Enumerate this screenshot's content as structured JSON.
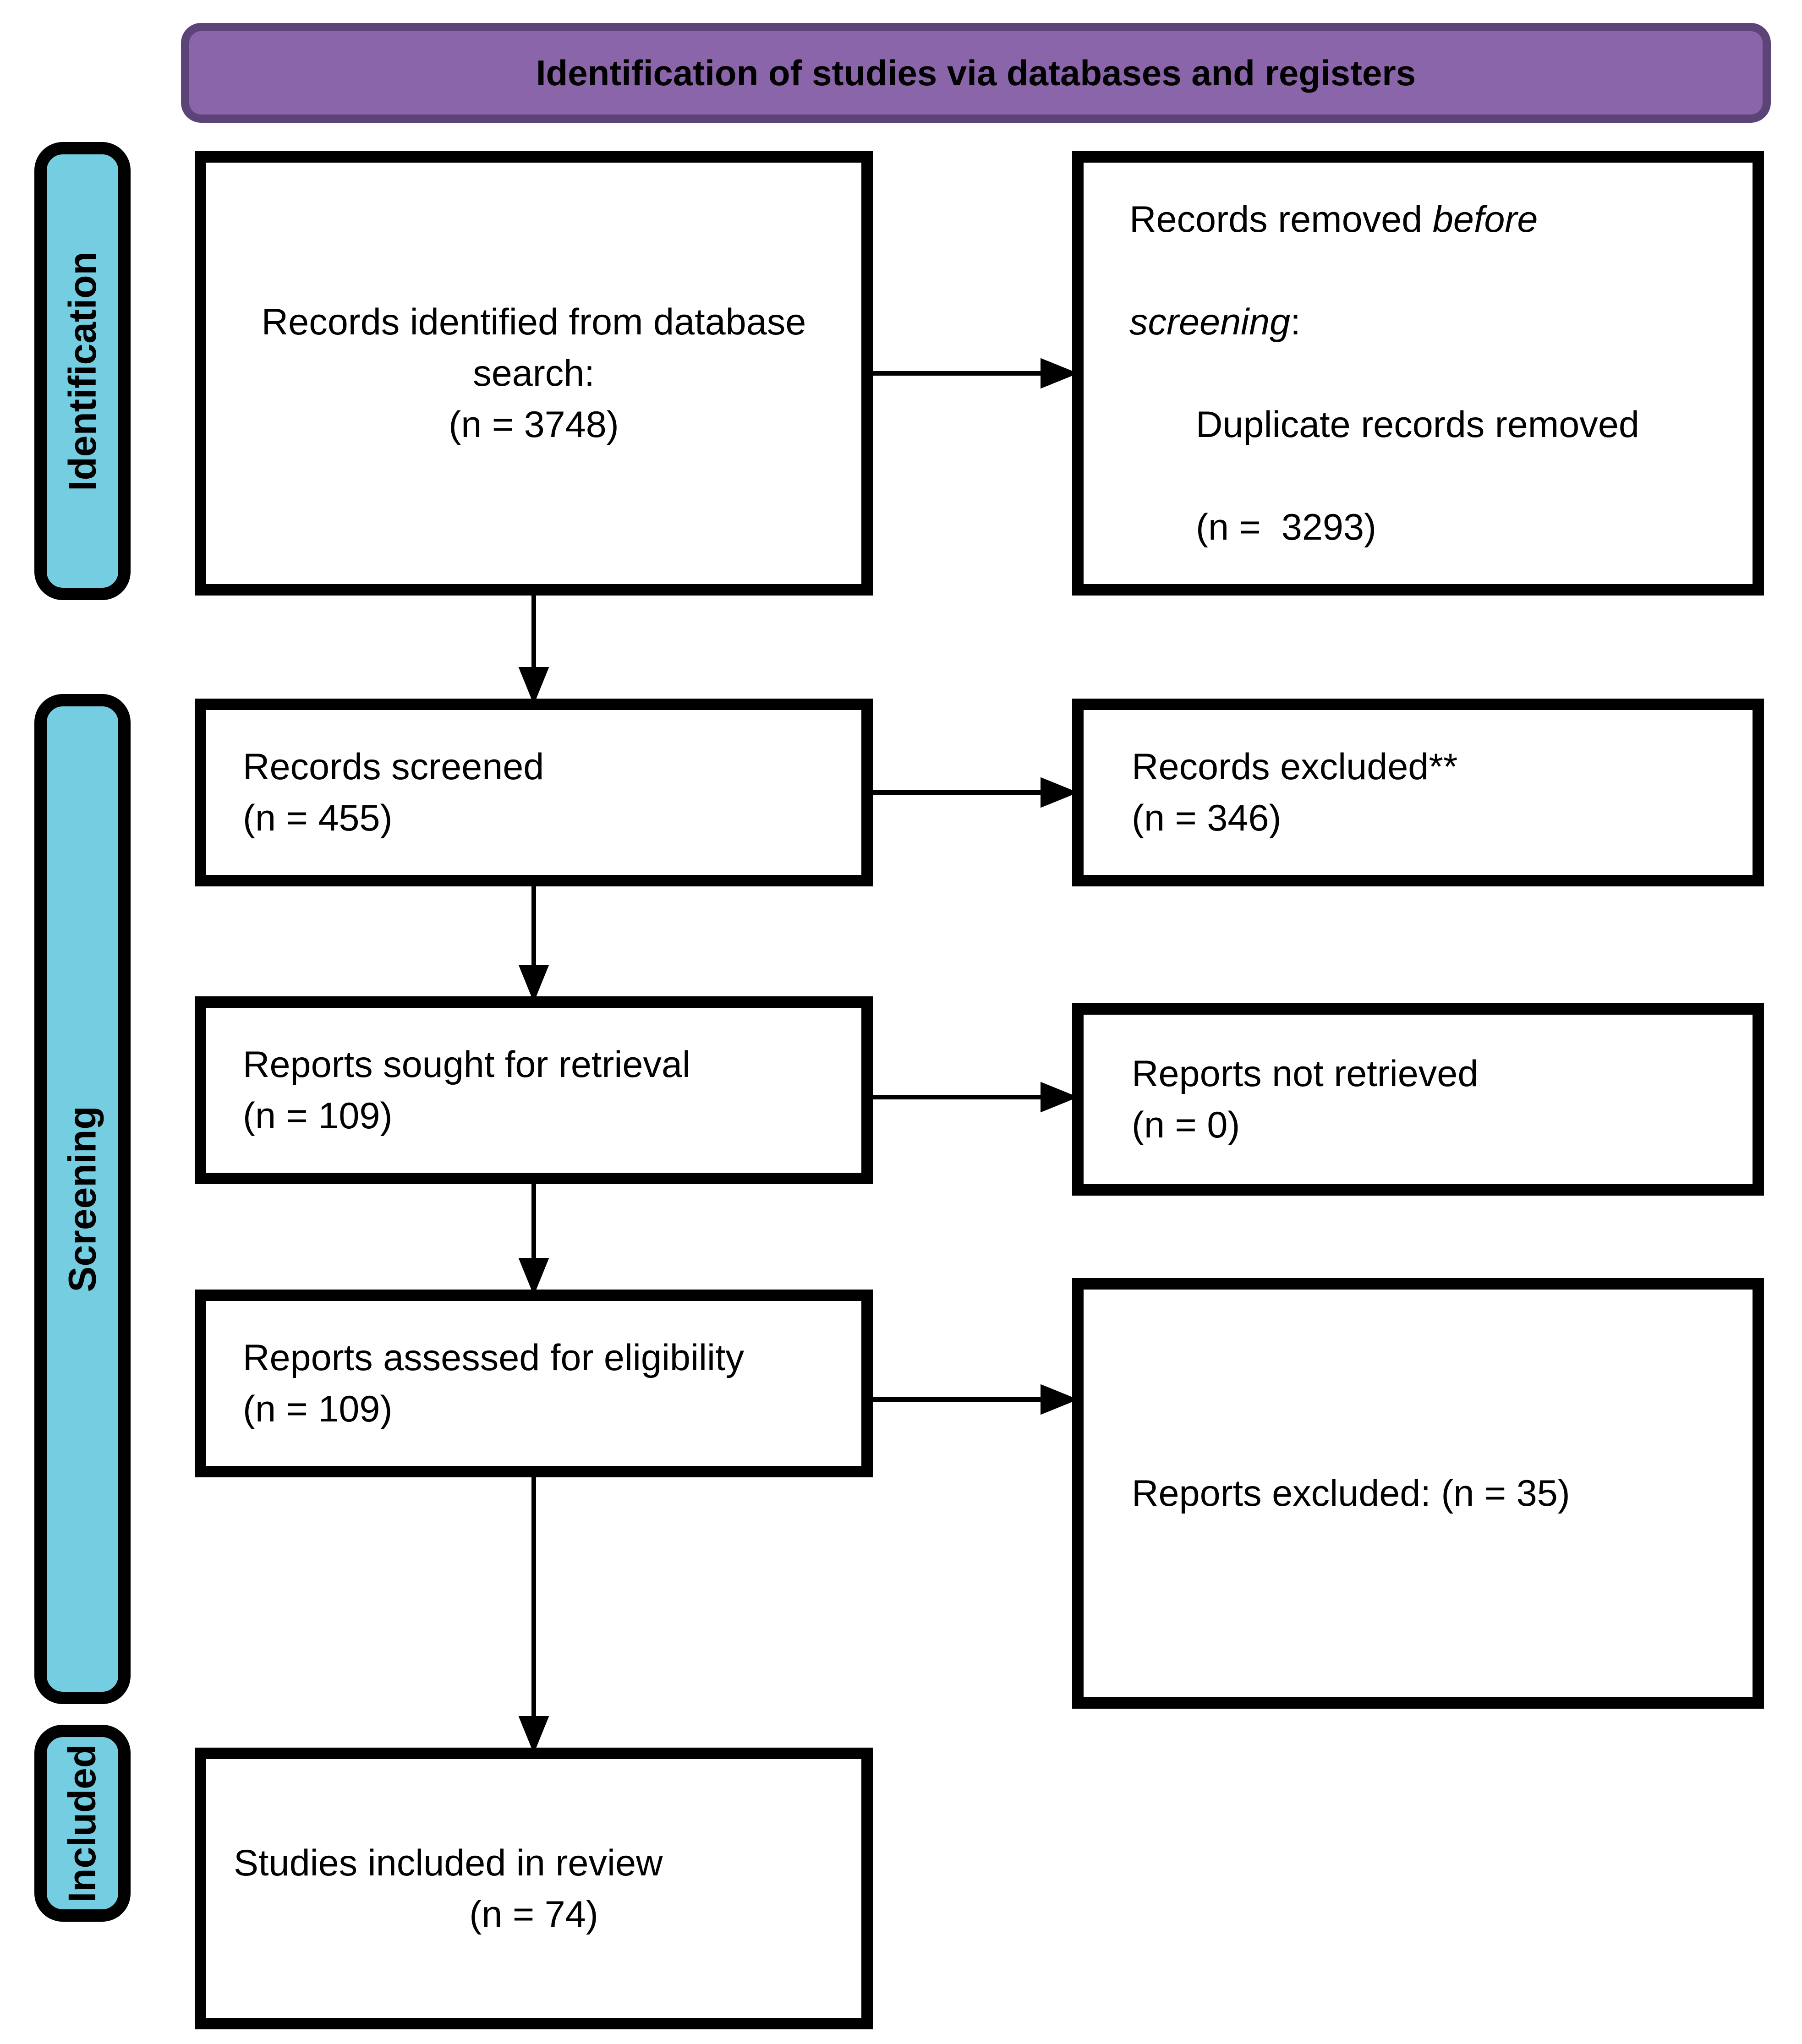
{
  "header": {
    "title": "Identification of studies via databases and registers"
  },
  "stages": {
    "identification": "Identification",
    "screening": "Screening",
    "included": "Included"
  },
  "boxes": {
    "identified": {
      "text": "Records identified from database search:\n(n = 3748)"
    },
    "removed_before_screening": {
      "line1_normal": "Records removed ",
      "line1_italic": "before",
      "line2_italic": "screening",
      "line2_normal": ":",
      "reason": "Duplicate records removed",
      "count": "(n =  3293)"
    },
    "screened": {
      "text": "Records screened\n(n = 455)"
    },
    "records_excluded": {
      "text": "Records excluded**\n(n = 346)"
    },
    "sought": {
      "text": "Reports sought for retrieval\n(n = 109)"
    },
    "not_retrieved": {
      "text": "Reports not retrieved\n(n = 0)"
    },
    "assessed": {
      "text": "Reports assessed for eligibility\n(n = 109)"
    },
    "reports_excluded": {
      "text": "Reports excluded: (n = 35)"
    },
    "included_in_review": {
      "line1": "Studies included in review",
      "line2": "(n = 74)"
    }
  },
  "colors": {
    "purple-fill": "#8A65A9",
    "purple-border": "#5C4378",
    "cyan-fill": "#74CDE0",
    "box-border": "#000000",
    "arrow": "#000000"
  }
}
